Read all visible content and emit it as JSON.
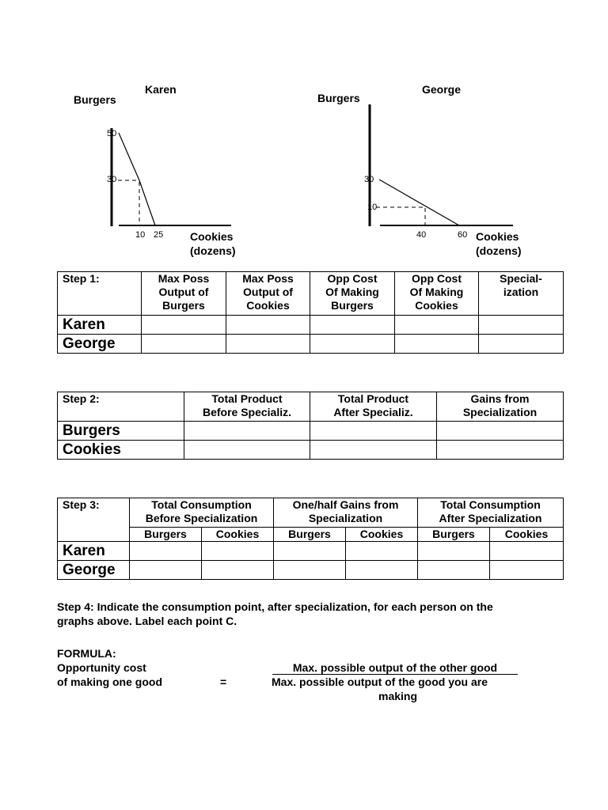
{
  "karen_graph": {
    "title": "Karen",
    "y_label": "Burgers",
    "x_label_1": "Cookies",
    "x_label_2": "(dozens)",
    "y_ticks": [
      "50",
      "30"
    ],
    "x_ticks": [
      "10",
      "25"
    ]
  },
  "george_graph": {
    "title": "George",
    "y_label": "Burgers",
    "x_label_1": "Cookies",
    "x_label_2": "(dozens)",
    "y_ticks": [
      "30",
      "10"
    ],
    "x_ticks": [
      "40",
      "60"
    ]
  },
  "step1": {
    "label": "Step 1:",
    "headers": [
      [
        "Max Poss",
        "Output of",
        "Burgers"
      ],
      [
        "Max Poss",
        "Output of",
        "Cookies"
      ],
      [
        "Opp Cost",
        "Of Making",
        "Burgers"
      ],
      [
        "Opp Cost",
        "Of Making",
        "Cookies"
      ],
      [
        "Special-",
        "ization"
      ]
    ],
    "rows": [
      "Karen",
      "George"
    ]
  },
  "step2": {
    "label": "Step 2:",
    "headers": [
      [
        "Total Product",
        "Before Specializ."
      ],
      [
        "Total Product",
        "After Specializ."
      ],
      [
        "Gains from",
        "Specialization"
      ]
    ],
    "rows": [
      "Burgers",
      "Cookies"
    ]
  },
  "step3": {
    "label": "Step 3:",
    "groups": [
      [
        "Total Consumption",
        "Before Specialization"
      ],
      [
        "One/half Gains from",
        "Specialization"
      ],
      [
        "Total Consumption",
        "After Specialization"
      ]
    ],
    "sub": [
      "Burgers",
      "Cookies",
      "Burgers",
      "Cookies",
      "Burgers",
      "Cookies"
    ],
    "rows": [
      "Karen",
      "George"
    ]
  },
  "step4": {
    "line1": "Step 4:  Indicate the consumption point, after specialization, for each person on the",
    "line2": "graphs above.  Label each point C."
  },
  "formula": {
    "heading": "FORMULA:",
    "left1": "Opportunity cost",
    "left2": "of making one good",
    "equals": "=",
    "numerator": "Max. possible output of the other good",
    "denominator1": "Max. possible output of the good you are",
    "denominator2": "making"
  }
}
